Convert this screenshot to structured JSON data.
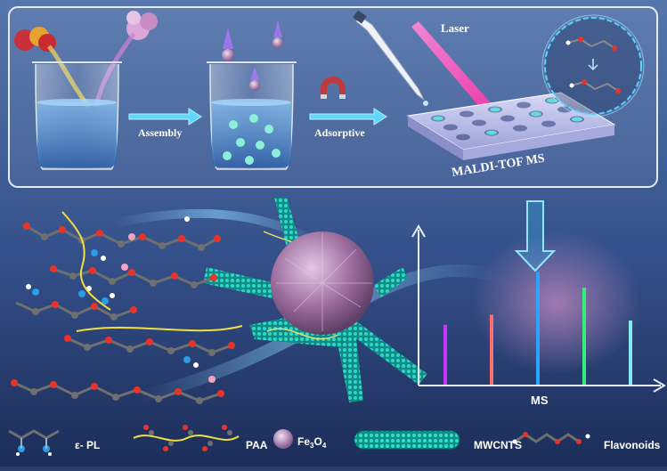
{
  "top_panel": {
    "step1_label": "Assembly",
    "step2_label": "Adsorptive",
    "laser_label": "Laser",
    "instrument_label": "MALDI-TOF MS"
  },
  "spectrum": {
    "xlabel": "MS",
    "peaks": [
      {
        "color": "#cc33ff",
        "height": 0.42
      },
      {
        "color": "#ff6e6e",
        "height": 0.49
      },
      {
        "color": "#2aa4ff",
        "height": 0.79
      },
      {
        "color": "#33ee77",
        "height": 0.68
      },
      {
        "color": "#88e8f0",
        "height": 0.45
      }
    ]
  },
  "legend": {
    "items": [
      {
        "name": "legend-epl",
        "label": "ε- PL"
      },
      {
        "name": "legend-paa",
        "label": "PAA"
      },
      {
        "name": "legend-fe3o4",
        "label": "Fe3O4"
      },
      {
        "name": "legend-mwcnts",
        "label": "MWCNTS"
      },
      {
        "name": "legend-flavonoids",
        "label": "Flavonoids"
      }
    ]
  },
  "colors": {
    "background_top": "#4d6fa8",
    "background_bottom": "#1f3362",
    "accent_cyan": "#3de0ff",
    "nanotube": "#22c6b8",
    "sphere": "#a87aa8",
    "molecule_gray": "#6f6f6f",
    "oxygen": "#e8332a",
    "nitrogen": "#2a9ce8"
  }
}
